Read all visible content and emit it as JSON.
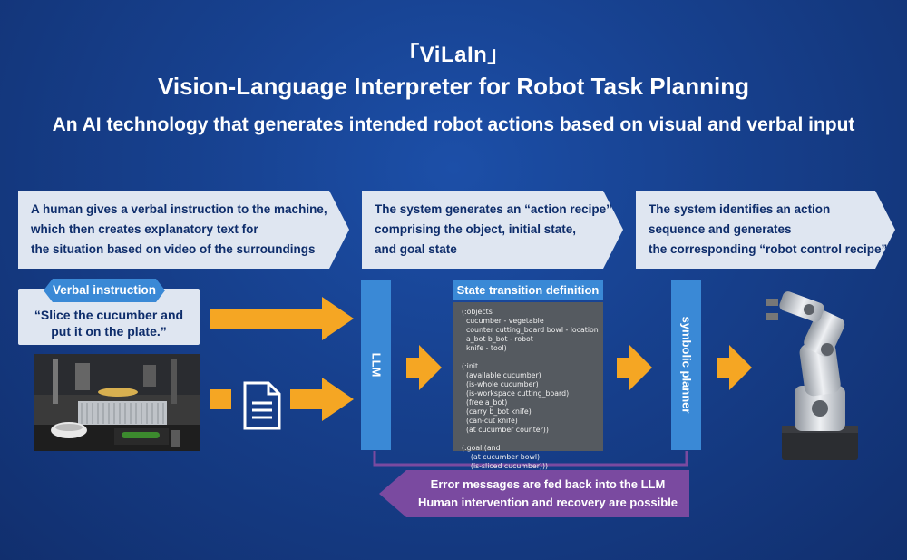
{
  "title": "「ViLaIn」",
  "heading": "Vision-Language Interpreter for Robot Task Planning",
  "subtitle": "An AI technology that generates intended robot actions based on visual and verbal input",
  "steps": [
    {
      "lines": [
        "A human gives a verbal instruction to the machine,",
        "which then creates explanatory text for",
        "the situation based on video of the surroundings"
      ]
    },
    {
      "lines": [
        "The system generates an “action recipe”",
        "comprising the object, initial state,",
        "and goal state"
      ]
    },
    {
      "lines": [
        "The system identifies an action",
        "sequence and generates",
        "the corresponding “robot control recipe”"
      ]
    }
  ],
  "verbal_instruction": {
    "label": "Verbal instruction",
    "quote_line1": "“Slice the cucumber and",
    "quote_line2": "put it on the plate.”"
  },
  "llm_label": "LLM",
  "planner_label": "symbolic planner",
  "state_transition": {
    "title": "State transition definition",
    "code": "(:objects\n  cucumber - vegetable\n  counter cutting_board bowl - location\n  a_bot b_bot - robot\n  knife - tool)\n\n(:init\n  (available cucumber)\n  (is-whole cucumber)\n  (is-workspace cutting_board)\n  (free a_bot)\n  (carry b_bot knife)\n  (can-cut knife)\n  (at cucumber counter))\n\n(:goal (and\n    (at cucumber bowl)\n    (is-sliced cucumber)))"
  },
  "feedback": {
    "line1": "Error messages are fed back into the LLM",
    "line2": "Human intervention and recovery are possible"
  },
  "colors": {
    "background": "#17418f",
    "step_box": "#dfe6f1",
    "step_text": "#0e2d6b",
    "bar": "#3a89d6",
    "arrow": "#f5a623",
    "feedback": "#7a4aa0",
    "code_box": "#555a60"
  },
  "icons": [
    "document-icon",
    "robot-arm-icon",
    "arrow-right-icon"
  ]
}
